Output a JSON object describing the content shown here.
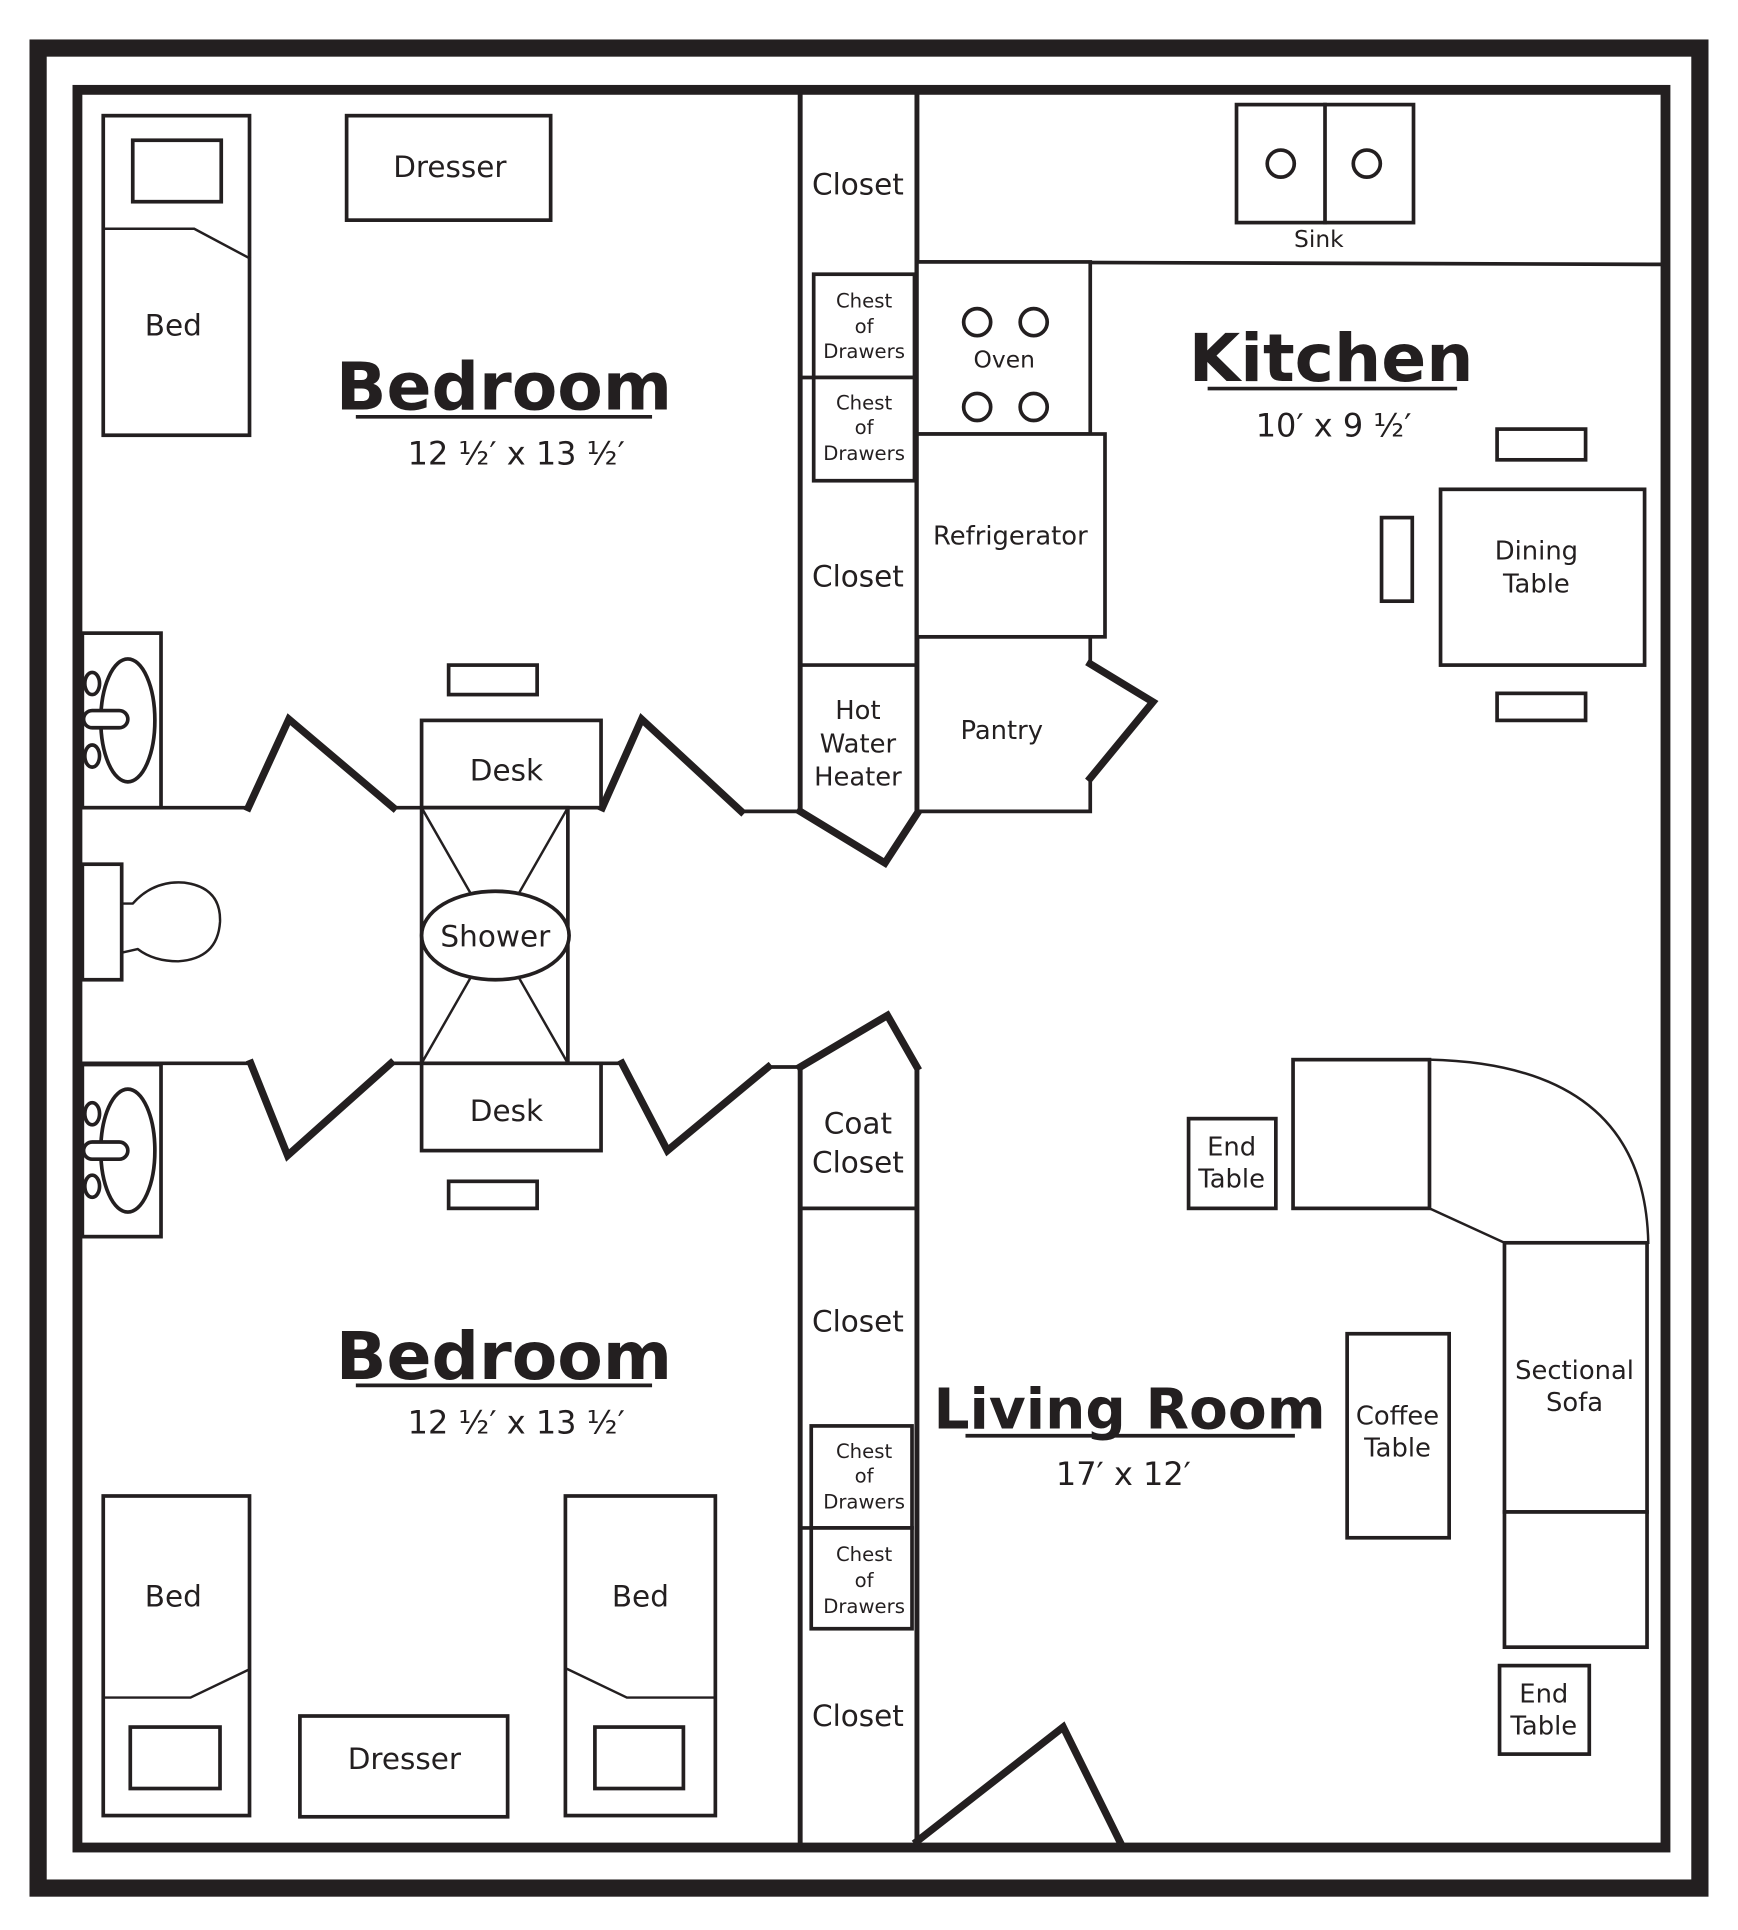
{
  "floorplan": {
    "rooms": {
      "bedroom_top": {
        "title": "Bedroom",
        "dims": "12 ½′ x 13 ½′"
      },
      "bedroom_bottom": {
        "title": "Bedroom",
        "dims": "12 ½′ x 13 ½′"
      },
      "kitchen": {
        "title": "Kitchen",
        "dims": "10′ x 9 ½′"
      },
      "living": {
        "title": "Living Room",
        "dims": "17′ x 12′"
      }
    },
    "labels": {
      "dresser": "Dresser",
      "bed": "Bed",
      "closet": "Closet",
      "chest": [
        "Chest",
        "of",
        "Drawers"
      ],
      "sink": "Sink",
      "oven": "Oven",
      "refrigerator": "Refrigerator",
      "pantry": "Pantry",
      "hot_water": [
        "Hot",
        "Water",
        "Heater"
      ],
      "desk": "Desk",
      "shower": "Shower",
      "coat_closet": [
        "Coat",
        "Closet"
      ],
      "end_table": [
        "End",
        "Table"
      ],
      "coffee_table": [
        "Coffee",
        "Table"
      ],
      "sectional": [
        "Sectional",
        "Sofa"
      ],
      "dining": [
        "Dining",
        "Table"
      ]
    }
  }
}
